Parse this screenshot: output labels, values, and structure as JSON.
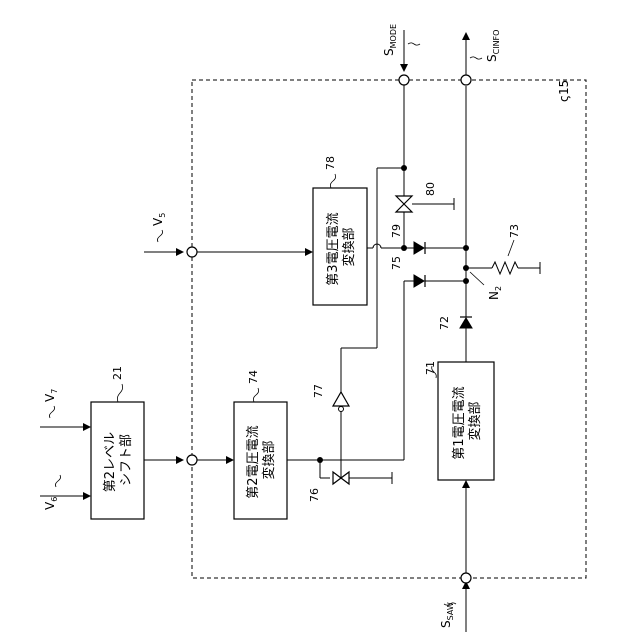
{
  "frame_label": "15",
  "blocks": {
    "b21": {
      "ref": "21",
      "text1": "第2レベル",
      "text2": "シフト部"
    },
    "b74": {
      "ref": "74",
      "text1": "第2電圧電流",
      "text2": "変換部"
    },
    "b71": {
      "ref": "71",
      "text1": "第1電圧電流",
      "text2": "変換部"
    },
    "b78": {
      "ref": "78",
      "text1": "第3電圧電流",
      "text2": "変換部"
    }
  },
  "signals": {
    "s_saw": "S",
    "s_saw_sub": "SAW",
    "s_mode": "S",
    "s_mode_sub": "MODE",
    "s_cinfo": "S",
    "s_cinfo_sub": "CINFO",
    "v5": "V",
    "v5_sub": "5",
    "v6": "V",
    "v6_sub": "6",
    "v7": "V",
    "v7_sub": "7",
    "n2": "N",
    "n2_sub": "2"
  },
  "refs": {
    "r72": "72",
    "r73": "73",
    "r75": "75",
    "r76": "76",
    "r77": "77",
    "r79": "79",
    "r80": "80"
  }
}
